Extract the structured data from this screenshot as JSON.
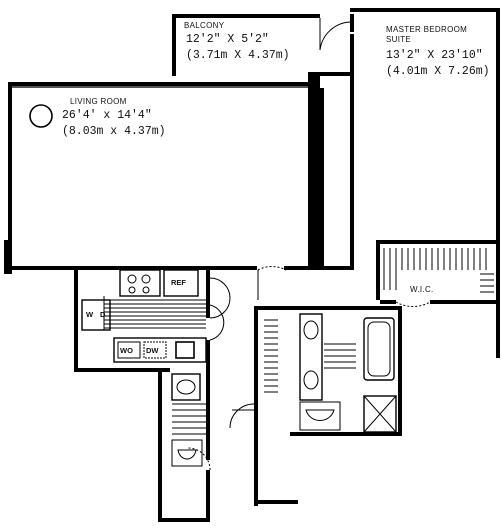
{
  "rooms": {
    "balcony": {
      "name": "BALCONY",
      "dim_imperial": "12'2\" X 5'2\"",
      "dim_metric": "(3.71m X 4.37m)"
    },
    "master": {
      "name_line1": "MASTER BEDROOM",
      "name_line2": "SUITE",
      "dim_imperial": "13'2\" X 23'10\"",
      "dim_metric": "(4.01m X 7.26m)"
    },
    "living": {
      "name": "LIVING ROOM",
      "dim_imperial": "26'4' x 14'4\"",
      "dim_metric": "(8.03m x 4.37m)"
    },
    "wic": {
      "name": "W.I.C."
    }
  },
  "fixtures": {
    "ref": "REF",
    "washer": "W",
    "dryer": "D",
    "wall_oven": "WO",
    "dishwasher": "DW"
  },
  "colors": {
    "ink": "#000000",
    "paper": "#ffffff"
  }
}
